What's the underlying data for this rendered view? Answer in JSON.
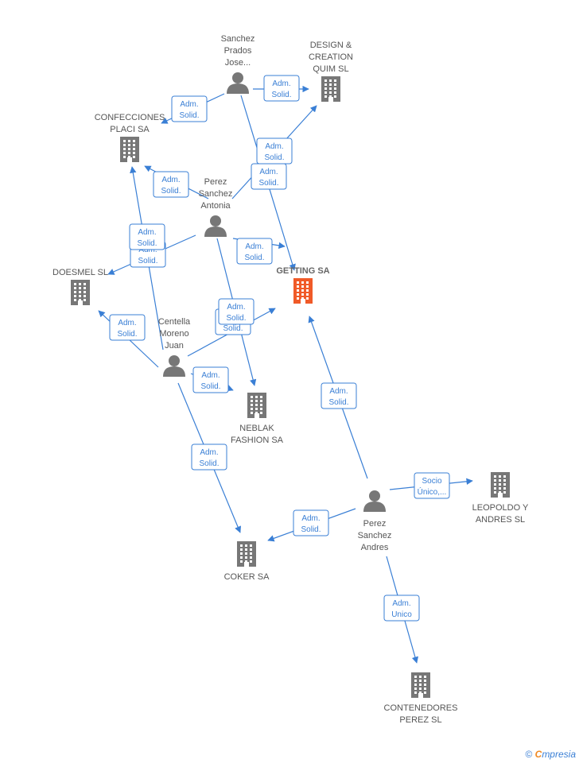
{
  "colors": {
    "edge": "#3a7fd5",
    "company": "#777777",
    "person": "#777777",
    "target": "#f05a28"
  },
  "nodes": [
    {
      "id": "getting",
      "type": "company",
      "target": true,
      "label": [
        "GETTING SA"
      ]
    },
    {
      "id": "design",
      "type": "company",
      "label": [
        "DESIGN &",
        "CREATION",
        "QUIM SL"
      ]
    },
    {
      "id": "confecciones",
      "type": "company",
      "label": [
        "CONFECCIONES",
        "PLACI SA"
      ]
    },
    {
      "id": "doesmel",
      "type": "company",
      "label": [
        "DOESMEL SL"
      ]
    },
    {
      "id": "neblak",
      "type": "company",
      "label": [
        "NEBLAK",
        "FASHION SA"
      ]
    },
    {
      "id": "coker",
      "type": "company",
      "label": [
        "COKER SA"
      ]
    },
    {
      "id": "leopoldo",
      "type": "company",
      "label": [
        "LEOPOLDO Y",
        "ANDRES SL"
      ]
    },
    {
      "id": "contenedores",
      "type": "company",
      "label": [
        "CONTENEDORES",
        "PEREZ SL"
      ]
    },
    {
      "id": "sanchez",
      "type": "person",
      "label": [
        "Sanchez",
        "Prados",
        "Jose..."
      ]
    },
    {
      "id": "antonia",
      "type": "person",
      "label": [
        "Perez",
        "Sanchez",
        "Antonia"
      ]
    },
    {
      "id": "centella",
      "type": "person",
      "label": [
        "Centella",
        "Moreno",
        "Juan"
      ]
    },
    {
      "id": "andres",
      "type": "person",
      "label": [
        "Perez",
        "Sanchez",
        "Andres"
      ]
    }
  ],
  "edges": [
    {
      "from": "sanchez",
      "to": "design",
      "label": [
        "Adm.",
        "Solid."
      ]
    },
    {
      "from": "sanchez",
      "to": "confecciones",
      "label": [
        "Adm.",
        "Solid."
      ]
    },
    {
      "from": "sanchez",
      "to": "getting",
      "label": [
        "Adm.",
        "Solid."
      ]
    },
    {
      "from": "antonia",
      "to": "design",
      "label": [
        "Adm.",
        "Solid."
      ]
    },
    {
      "from": "antonia",
      "to": "confecciones",
      "label": [
        "Adm.",
        "Solid."
      ]
    },
    {
      "from": "antonia",
      "to": "doesmel",
      "label": [
        "Adm.",
        "Solid."
      ]
    },
    {
      "from": "antonia",
      "to": "getting",
      "label": [
        "Adm.",
        "Solid."
      ]
    },
    {
      "from": "antonia",
      "to": "neblak",
      "label": [
        "Adm.",
        "Solid."
      ]
    },
    {
      "from": "centella",
      "to": "confecciones",
      "label": [
        "Adm.",
        "Solid."
      ]
    },
    {
      "from": "centella",
      "to": "doesmel",
      "label": [
        "Adm.",
        "Solid."
      ]
    },
    {
      "from": "centella",
      "to": "getting",
      "label": [
        "Adm.",
        "Solid."
      ]
    },
    {
      "from": "centella",
      "to": "neblak",
      "label": [
        "Adm.",
        "Solid."
      ]
    },
    {
      "from": "centella",
      "to": "coker",
      "label": [
        "Adm.",
        "Solid."
      ]
    },
    {
      "from": "andres",
      "to": "getting",
      "label": [
        "Adm.",
        "Solid."
      ]
    },
    {
      "from": "andres",
      "to": "leopoldo",
      "label": [
        "Socio",
        "Único,..."
      ]
    },
    {
      "from": "andres",
      "to": "coker",
      "label": [
        "Adm.",
        "Solid."
      ]
    },
    {
      "from": "andres",
      "to": "contenedores",
      "label": [
        "Adm.",
        "Unico"
      ]
    }
  ],
  "footer": {
    "copyright": "©",
    "brand_first": "C",
    "brand_rest": "mpresia"
  }
}
